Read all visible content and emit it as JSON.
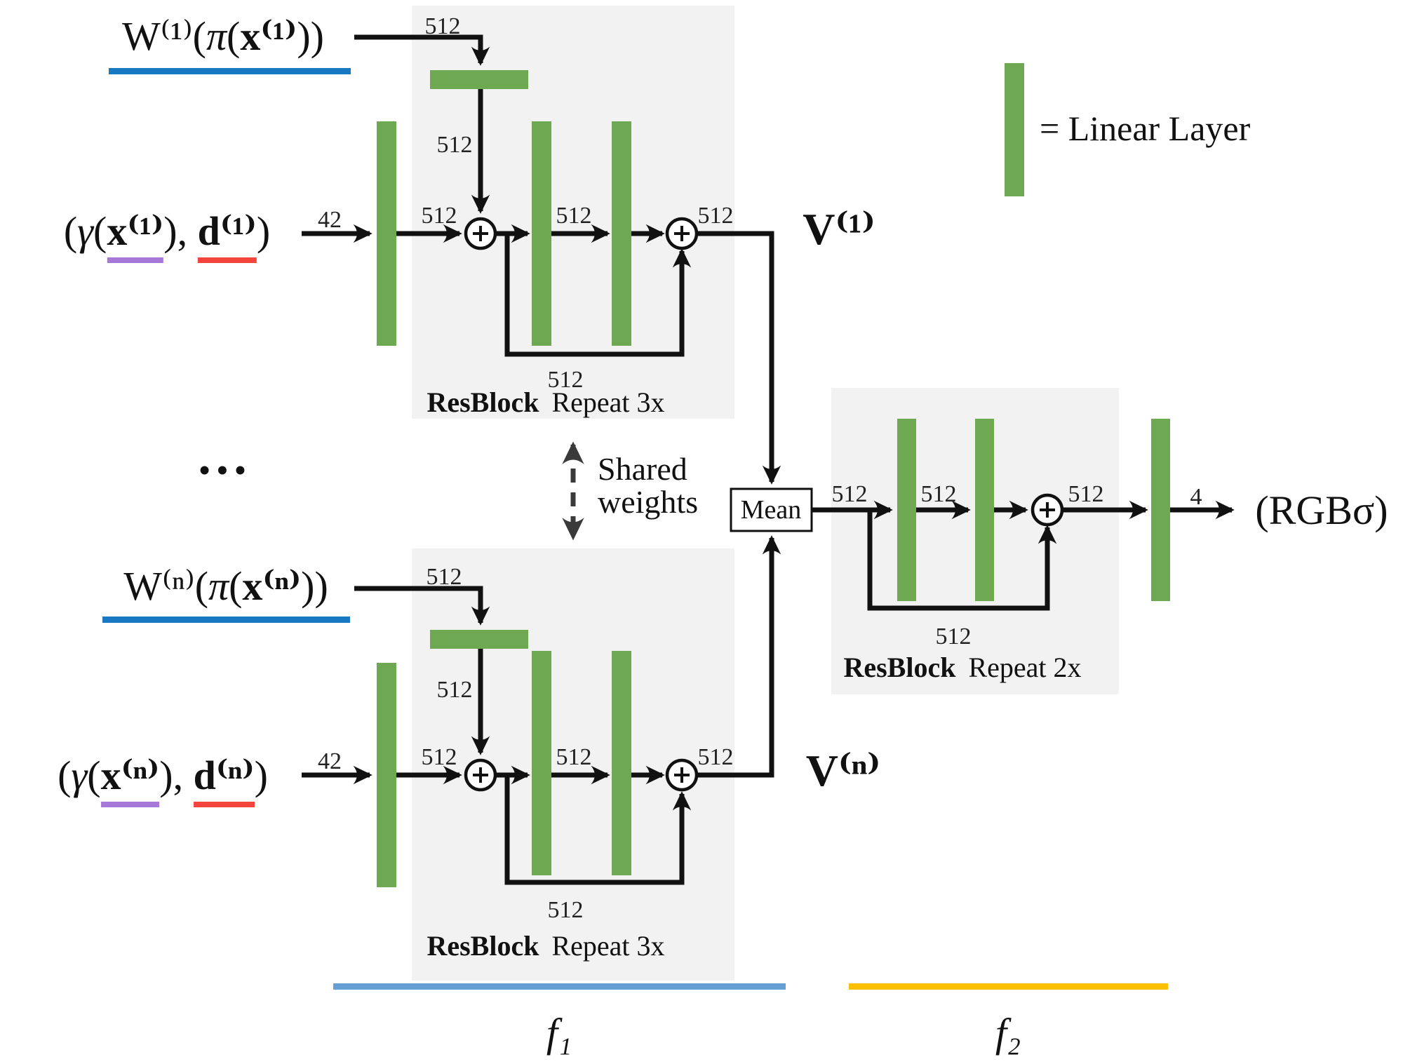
{
  "colors": {
    "linear_layer_green": "#6fa853",
    "feature_underline_blue": "#1878c2",
    "position_underline_purple": "#a878d8",
    "direction_underline_red": "#f4443e",
    "f1_stage_line_blue": "#659fd4",
    "f2_stage_line_yellow": "#fcc000",
    "resblock_box_gray": "#f2f2f2"
  },
  "legend": {
    "label": "= Linear Layer"
  },
  "mean": {
    "label": "Mean"
  },
  "dims": {
    "d512": "512",
    "d42": "42",
    "d4": "4"
  },
  "view1": {
    "weight": {
      "w": "W⁽¹⁾",
      "open1": "(",
      "pi": "π",
      "open2": "(",
      "x": "x⁽¹⁾",
      "close": "))"
    },
    "input": {
      "open": "(",
      "gamma": "γ",
      "open2": "(",
      "x": "x⁽¹⁾",
      "mid": "), ",
      "d": "d⁽¹⁾",
      "close": ")"
    },
    "output": "V⁽¹⁾"
  },
  "viewn": {
    "ellipsis": "•••",
    "weight": {
      "w": "W⁽ⁿ⁾",
      "open1": "(",
      "pi": "π",
      "open2": "(",
      "x": "x⁽ⁿ⁾",
      "close": "))"
    },
    "input": {
      "open": "(",
      "gamma": "γ",
      "open2": "(",
      "x": "x⁽ⁿ⁾",
      "mid": "), ",
      "d": "d⁽ⁿ⁾",
      "close": ")"
    },
    "output": "V⁽ⁿ⁾"
  },
  "resblock_f1": {
    "name": "ResBlock",
    "repeat": "Repeat 3x"
  },
  "resblock_f2": {
    "name": "ResBlock",
    "repeat": "Repeat 2x"
  },
  "shared_weights": {
    "line1": "Shared",
    "line2": "weights"
  },
  "final_output": "(RGBσ)",
  "stages": {
    "f1": "f₁",
    "f2": "f₂"
  }
}
